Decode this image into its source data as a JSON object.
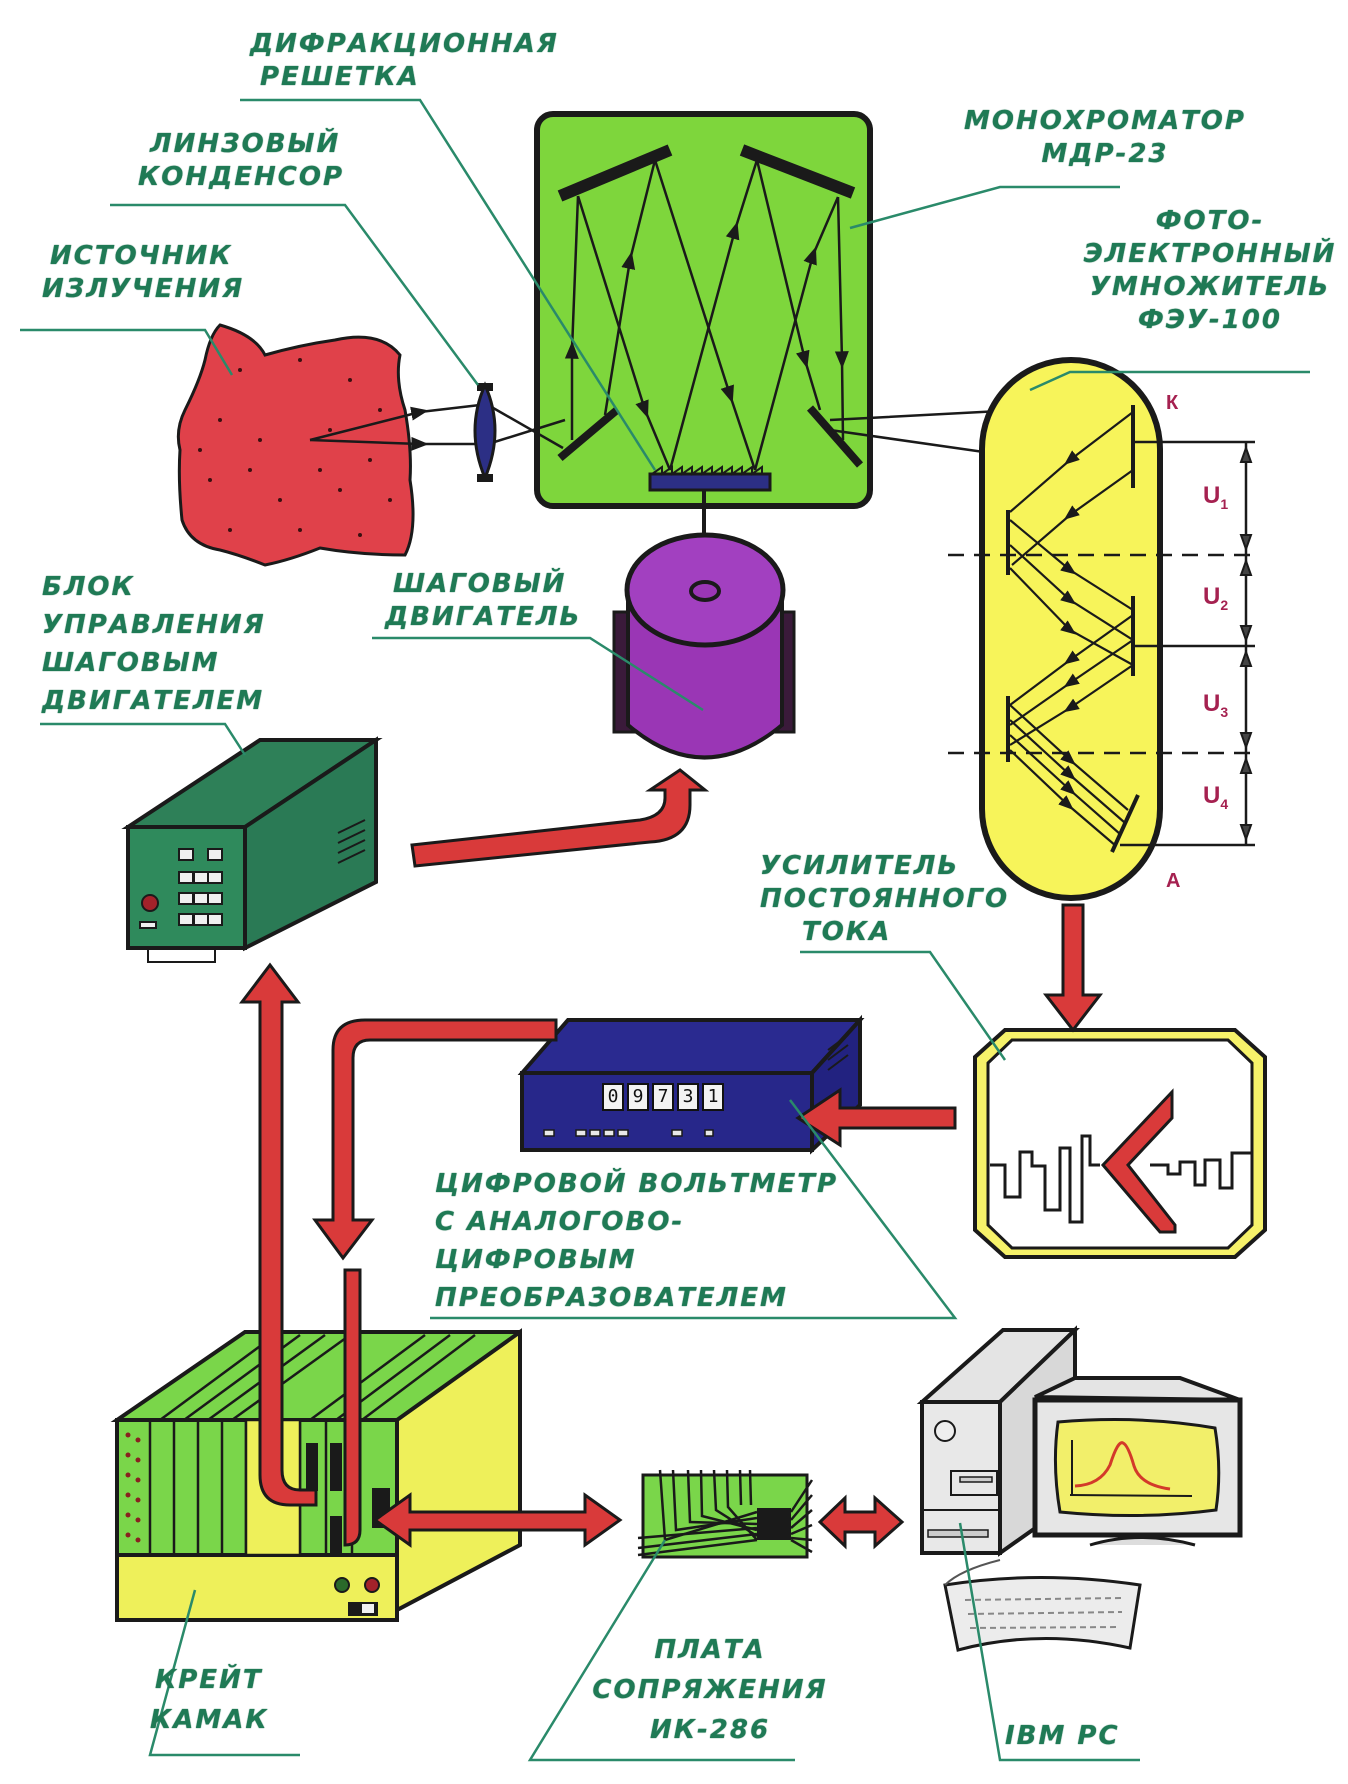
{
  "title": "Схема спектрометрической установки",
  "labels": {
    "grating": [
      "ДИФРАКЦИОННАЯ",
      "РЕШЕТКА"
    ],
    "lens": [
      "ЛИНЗОВЫЙ",
      "КОНДЕНСОР"
    ],
    "source": [
      "ИСТОЧНИК",
      "ИЗЛУЧЕНИЯ"
    ],
    "monochromator": [
      "МОНОХРОМАТОР",
      "МДР-23"
    ],
    "pmt": [
      "ФОТО-",
      "ЭЛЕКТРОННЫЙ",
      "УМНОЖИТЕЛЬ",
      "ФЭУ-100"
    ],
    "stepper_motor": [
      "ШАГОВЫЙ",
      "ДВИГАТЕЛЬ"
    ],
    "stepper_controller": [
      "БЛОК",
      "УПРАВЛЕНИЯ",
      "ШАГОВЫМ",
      "ДВИГАТЕЛЕМ"
    ],
    "dc_amplifier": [
      "УСИЛИТЕЛЬ",
      "ПОСТОЯННОГО",
      "ТОКА"
    ],
    "voltmeter": [
      "ЦИФРОВОЙ ВОЛЬТМЕТР",
      "С АНАЛОГОВО-",
      "ЦИФРОВЫМ",
      "ПРЕОБРАЗОВАТЕЛЕМ"
    ],
    "crate": [
      "КРЕЙТ",
      "КАМАК"
    ],
    "interface_board": [
      "ПЛАТА",
      "СОПРЯЖЕНИЯ",
      "ИК-286"
    ],
    "pc": [
      "IBM PC"
    ]
  },
  "pmt": {
    "cathode_label": "К",
    "anode_label": "А",
    "voltages": [
      {
        "name": "U",
        "sub": "1"
      },
      {
        "name": "U",
        "sub": "2"
      },
      {
        "name": "U",
        "sub": "3"
      },
      {
        "name": "U",
        "sub": "4"
      }
    ]
  },
  "voltmeter": {
    "display_digits": [
      "0",
      "9",
      "7",
      "3",
      "1"
    ]
  },
  "colors": {
    "label_text": "#1f7a55",
    "leader_line": "#2a8a6a",
    "monochromator_fill": "#7ed63c",
    "source_fill": "#e0414a",
    "lens_fill": "#2c2f85",
    "motor_fill": "#9a36b5",
    "pmt_fill": "#f7f45a",
    "controller_fill": "#2a7a55",
    "voltmeter_fill": "#27278a",
    "crate_slots": "#7ad64a",
    "crate_body": "#eef05a",
    "signal_arrow": "#d93a3a",
    "pc_body": "#e4e4e4",
    "screen_fill": "#f2ef6a",
    "voltage_label": "#a52150"
  }
}
